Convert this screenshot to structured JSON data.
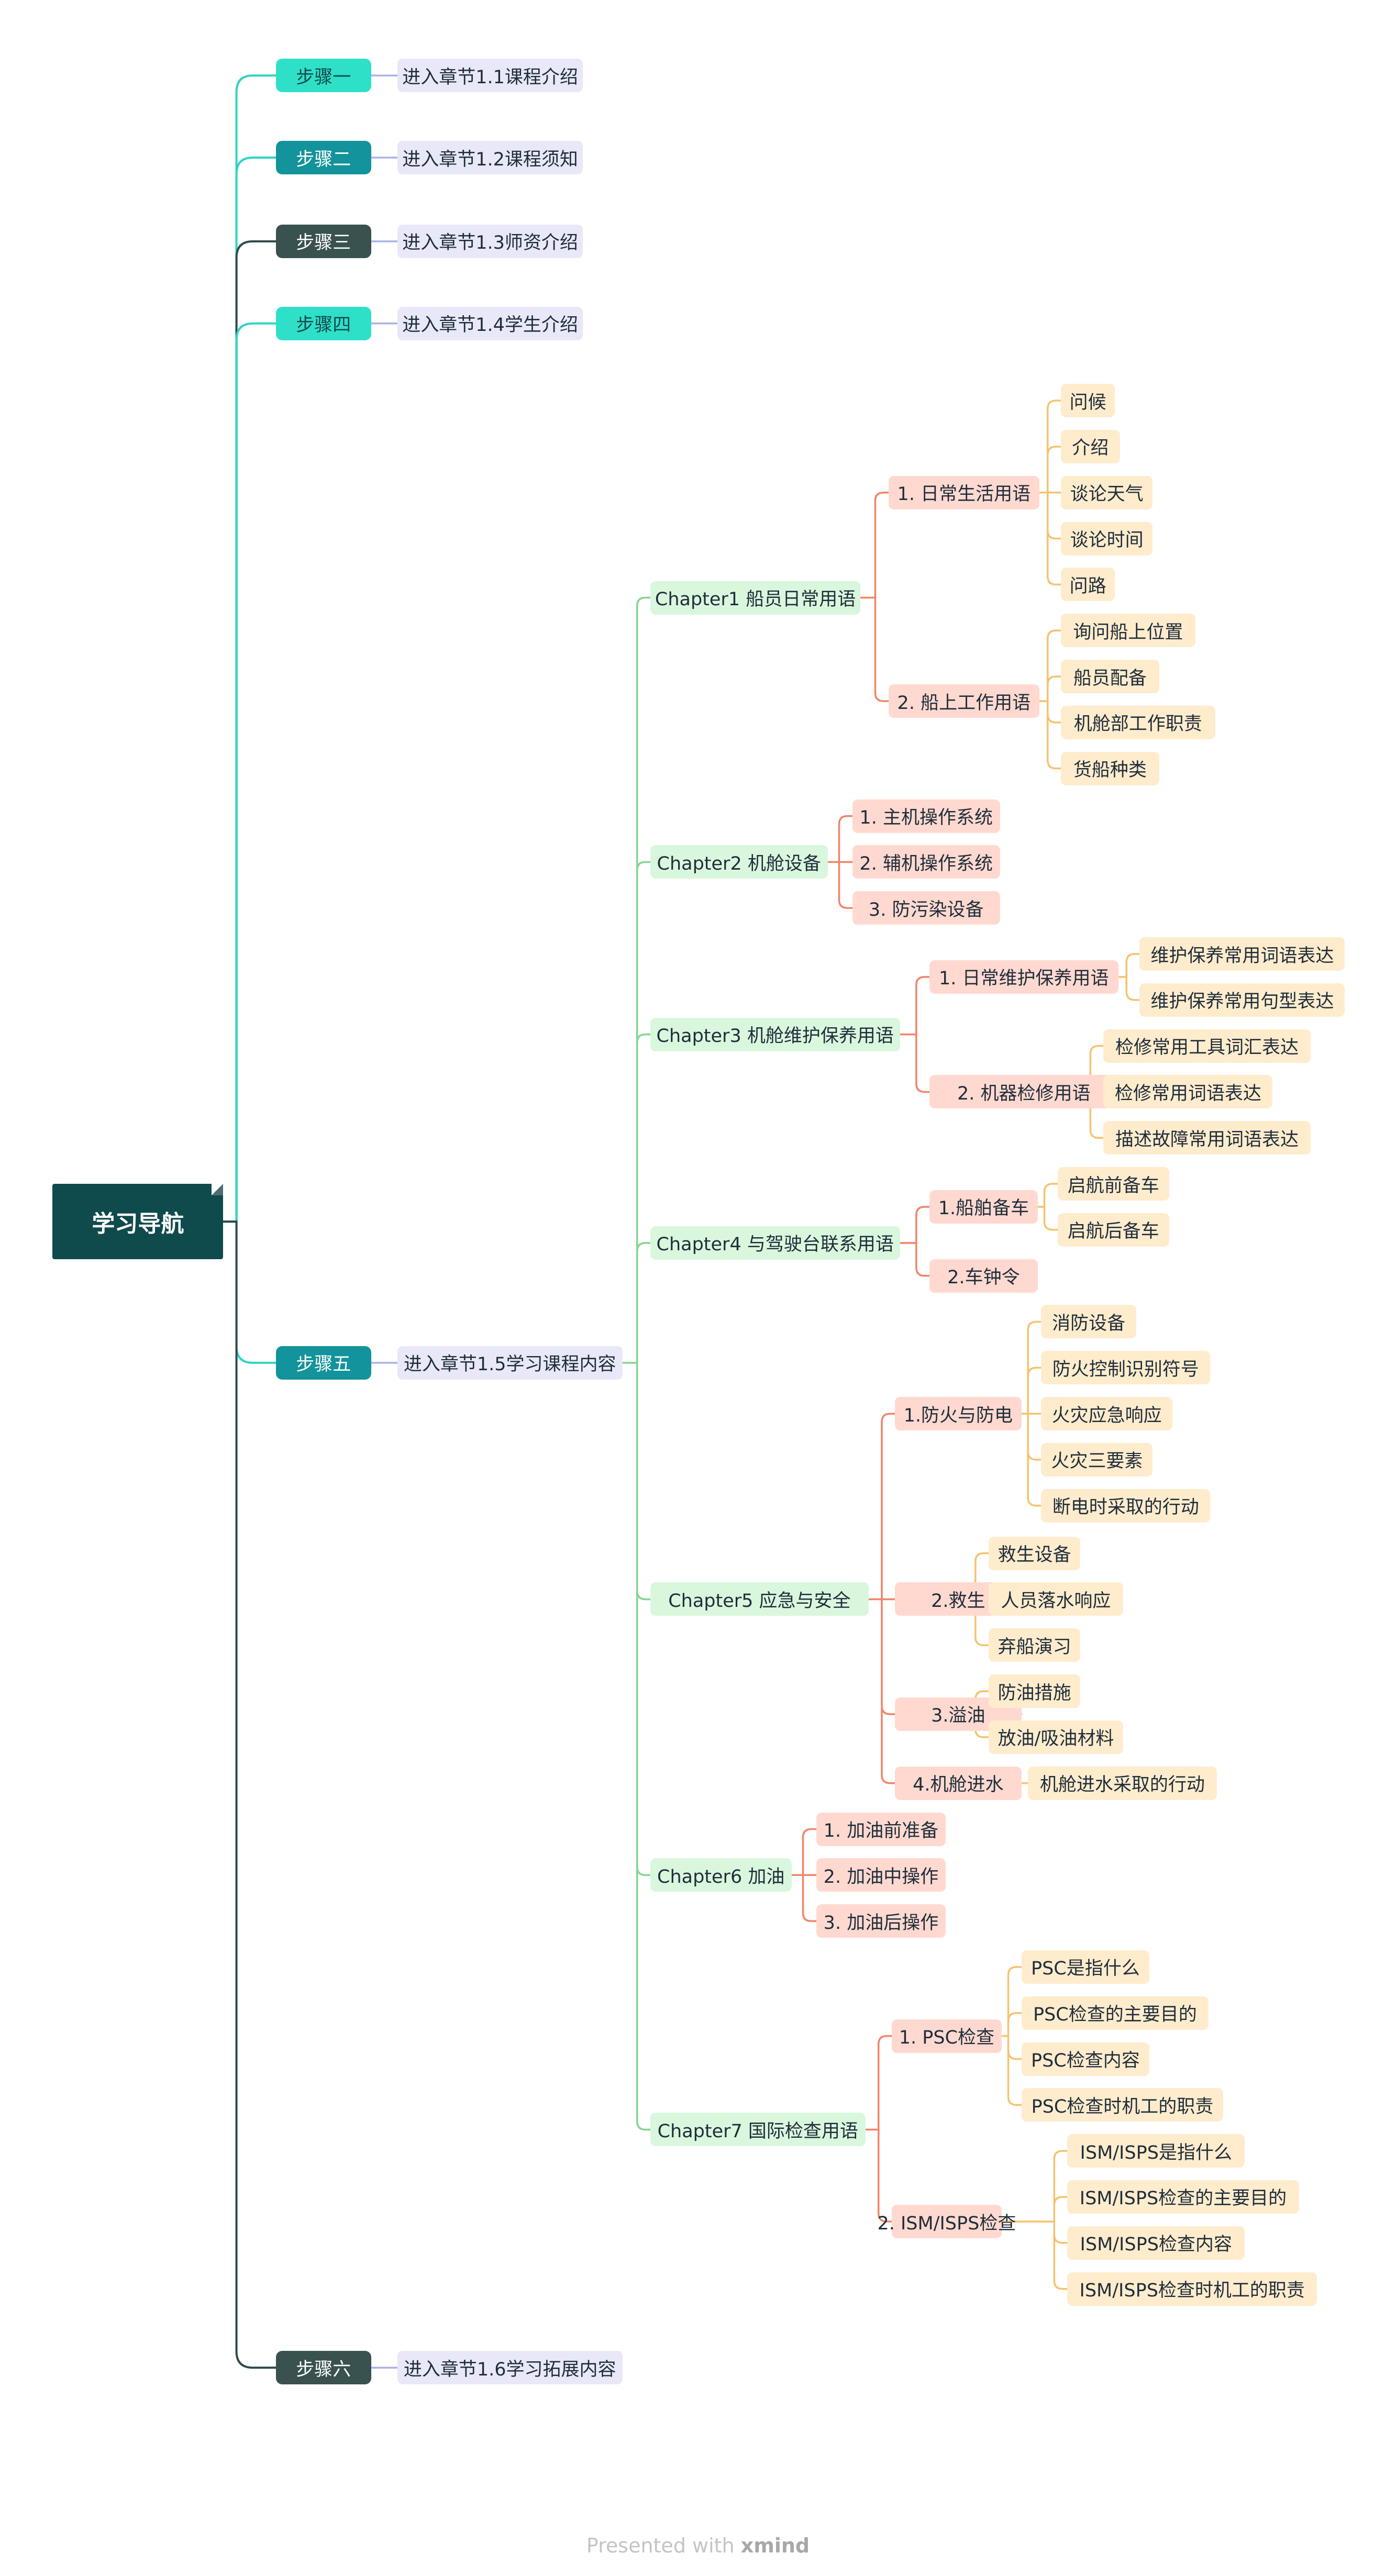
{
  "root": {
    "label": "学习导航"
  },
  "steps": [
    {
      "label": "步骤一",
      "detail": "进入章节1.1课程介绍"
    },
    {
      "label": "步骤二",
      "detail": "进入章节1.2课程须知"
    },
    {
      "label": "步骤三",
      "detail": "进入章节1.3师资介绍"
    },
    {
      "label": "步骤四",
      "detail": "进入章节1.4学生介绍"
    },
    {
      "label": "步骤五",
      "detail": "进入章节1.5学习课程内容"
    },
    {
      "label": "步骤六",
      "detail": "进入章节1.6学习拓展内容"
    }
  ],
  "chapters": [
    {
      "label": "Chapter1 船员日常用语",
      "sections": [
        {
          "label": "1. 日常生活用语",
          "items": [
            "问候",
            "介绍",
            "谈论天气",
            "谈论时间",
            "问路"
          ]
        },
        {
          "label": "2. 船上工作用语",
          "items": [
            "询问船上位置",
            "船员配备",
            "机舱部工作职责",
            "货船种类"
          ]
        }
      ]
    },
    {
      "label": "Chapter2 机舱设备",
      "sections": [
        {
          "label": "1. 主机操作系统",
          "items": []
        },
        {
          "label": "2. 辅机操作系统",
          "items": []
        },
        {
          "label": "3. 防污染设备",
          "items": []
        }
      ]
    },
    {
      "label": "Chapter3 机舱维护保养用语",
      "sections": [
        {
          "label": "1. 日常维护保养用语",
          "items": [
            "维护保养常用词语表达",
            "维护保养常用句型表达"
          ]
        },
        {
          "label": "2. 机器检修用语",
          "items": [
            "检修常用工具词汇表达",
            "检修常用词语表达",
            "描述故障常用词语表达"
          ]
        }
      ]
    },
    {
      "label": "Chapter4 与驾驶台联系用语",
      "sections": [
        {
          "label": "1.船舶备车",
          "items": [
            "启航前备车",
            "启航后备车"
          ]
        },
        {
          "label": "2.车钟令",
          "items": []
        }
      ]
    },
    {
      "label": "Chapter5 应急与安全",
      "sections": [
        {
          "label": "1.防火与防电",
          "items": [
            "消防设备",
            "防火控制识别符号",
            "火灾应急响应",
            "火灾三要素",
            "断电时采取的行动"
          ]
        },
        {
          "label": "2.救生",
          "items": [
            "救生设备",
            "人员落水响应",
            "弃船演习"
          ]
        },
        {
          "label": "3.溢油",
          "items": [
            "防油措施",
            "放油/吸油材料"
          ]
        },
        {
          "label": "4.机舱进水",
          "items": [
            "机舱进水采取的行动"
          ]
        }
      ]
    },
    {
      "label": "Chapter6 加油",
      "sections": [
        {
          "label": "1. 加油前准备",
          "items": []
        },
        {
          "label": "2. 加油中操作",
          "items": []
        },
        {
          "label": "3. 加油后操作",
          "items": []
        }
      ]
    },
    {
      "label": "Chapter7 国际检查用语",
      "sections": [
        {
          "label": "1. PSC检查",
          "items": [
            "PSC是指什么",
            "PSC检查的主要目的",
            "PSC检查内容",
            "PSC检查时机工的职责"
          ]
        },
        {
          "label": "2. ISM/ISPS检查",
          "items": [
            "ISM/ISPS是指什么",
            "ISM/ISPS检查的主要目的",
            "ISM/ISPS检查内容",
            "ISM/ISPS检查时机工的职责"
          ]
        }
      ]
    }
  ],
  "footer": {
    "prefix": "Presented with",
    "brand": "xmind"
  },
  "colors": {
    "root": "#0f4a4c",
    "step_bright": "#2fe0c9",
    "step_teal": "#13939b",
    "step_dark": "#39514f",
    "enter_bg": "#e8e8f8",
    "chapter_bg": "#d9f7dd",
    "section_bg": "#ffd9d0",
    "leaf_bg": "#ffeccd",
    "line_teal": "#2fd3c1",
    "line_dark": "#2f4a4a",
    "line_blue": "#a9b2ea",
    "line_green": "#87d492",
    "line_orange": "#f0846a",
    "line_yellow": "#f5c26e"
  }
}
